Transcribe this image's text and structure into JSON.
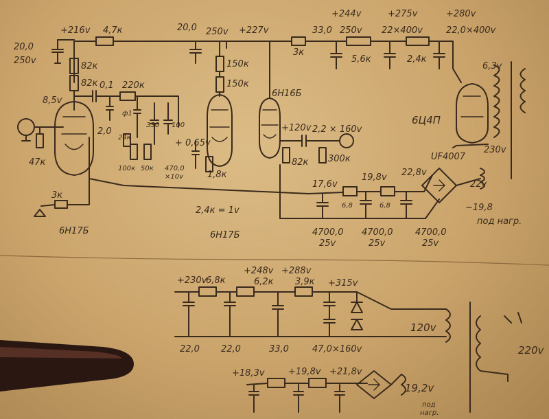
{
  "top_section": {
    "rail_voltages": [
      "+216v",
      "+227v",
      "+244v",
      "+275v",
      "+280v"
    ],
    "cap_input": [
      "20,0",
      "250v"
    ],
    "cap_rail1": [
      "20,0",
      "250v"
    ],
    "cap_rail2": [
      "33,0",
      "250v"
    ],
    "cap_rail3": "22×400v",
    "cap_rail4": "22,0×400v",
    "res_4k7": "4,7к",
    "res_3k": "3к",
    "res_5k6": "5,6к",
    "res_2k4": "2,4к",
    "res_82k_a": "82к",
    "res_82k_b": "82к",
    "res_150k_a": "150к",
    "res_150k_b": "150к",
    "v_8_5": "8,5v",
    "cap_0_1": "0,1",
    "res_220k": "220к",
    "label_fi": "ф1",
    "cap_2_0": "2,0",
    "res_24k": "24к",
    "cap_330": "330",
    "cap_100_a": "100",
    "res_100k": "100к",
    "res_50k": "50к",
    "v_0_65": "+ 0,65v",
    "cap_470": "470,0",
    "cap_470_v": "×10v",
    "res_1_8k": "1,8к",
    "res_47k": "47к",
    "res_3k_led": "3к",
    "tube_6n17b_left": "6Н17Б",
    "tube_6n17b_mid": "6Н17Б",
    "tube_6n16b": "6Н16Б",
    "v_bias": "2,4к = 1v",
    "v_120": "+120v",
    "cap_out": "2,2 × 160v",
    "res_82k_out": "82к",
    "res_300k": "300к",
    "rect_tube": "6Ц4П",
    "v_6_3": "6,3v",
    "v_230": "230v",
    "diode": "UF4007",
    "heater_voltages": [
      "17,6v",
      "19,8v",
      "22,8v"
    ],
    "res_6_8_a": "6,8",
    "res_6_8_b": "6,8",
    "cap_4700_a": [
      "4700,0",
      "25v"
    ],
    "cap_4700_b": [
      "4700,0",
      "25v"
    ],
    "cap_4700_c": [
      "4700,0",
      "25v"
    ],
    "winding_22v": "22v",
    "v_19_8": "~19,8",
    "heater_note": "под нагр."
  },
  "bottom_section": {
    "rail_voltages": [
      "+230v",
      "+248v",
      "+288v",
      "+315v"
    ],
    "res_6_8k": "6,8к",
    "res_6_2k": "6,2к",
    "res_3_9k": "3,9к",
    "caps": [
      "22,0",
      "22,0",
      "33,0",
      "47,0×160v"
    ],
    "winding_120v": "120v",
    "mains": "220v",
    "heater_voltages": [
      "+18,3v",
      "+19,8v",
      "+21,8v"
    ],
    "winding_19_2v": "19,2v",
    "heater_note": [
      "под",
      "нагр."
    ]
  }
}
